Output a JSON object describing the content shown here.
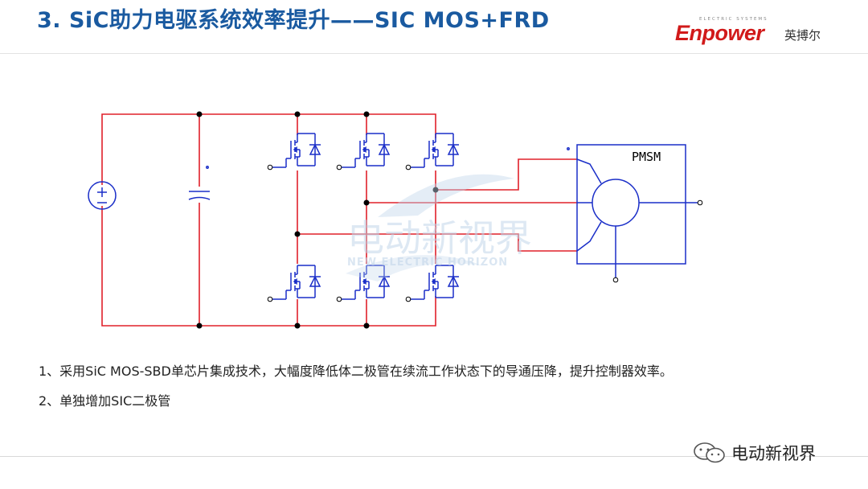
{
  "header": {
    "title": "3. SiC助力电驱系统效率提升——SIC MOS+FRD"
  },
  "logo": {
    "brand": "Enpower",
    "tagline": "ELECTRIC SYSTEMS",
    "chinese_name": "英搏尔"
  },
  "diagram": {
    "motor_label": "PMSM",
    "watermark_cn": "电动新视界",
    "watermark_en": "NEW ELECTRIC HORIZON",
    "colors": {
      "dc_bus": "#e0202a",
      "phase_wire": "#e0202a",
      "component": "#1a2ec8",
      "node": "#000000"
    }
  },
  "notes": {
    "item1": "1、采用SiC MOS-SBD单芯片集成技术，大幅度降低体二极管在续流工作状态下的导通压降，提升控制器效率。",
    "item2": "2、单独增加SIC二极管"
  },
  "footer": {
    "account_name": "电动新视界",
    "icon": "wechat-icon"
  }
}
